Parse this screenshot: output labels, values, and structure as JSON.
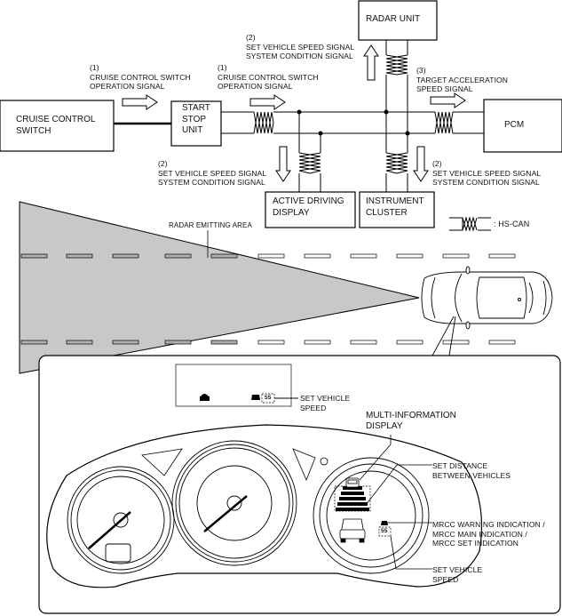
{
  "diagram": {
    "title": "MRCC system wiring and display overview",
    "components": {
      "cruise_control_switch": "CRUISE CONTROL\nSWITCH",
      "start_stop_unit": "START\nSTOP\nUNIT",
      "radar_unit": "RADAR UNIT",
      "pcm": "PCM",
      "active_driving_display": "ACTIVE DRIVING\nDISPLAY",
      "instrument_cluster": "INSTRUMENT\nCLUSTER"
    },
    "signals": {
      "sig1_a": "(1)\nCRUISE CONTROL SWITCH\nOPERATION SIGNAL",
      "sig1_b": "(1)\nCRUISE CONTROL SWITCH\nOPERATION SIGNAL",
      "sig2_radar": "(2)\nSET VEHICLE SPEED SIGNAL\nSYSTEM CONDITION SIGNAL",
      "sig2_add": "(2)\nSET VEHICLE SPEED SIGNAL\nSYSTEM CONDITION SIGNAL",
      "sig2_ic": "(2)\nSET VEHICLE SPEED SIGNAL\nSYSTEM CONDITION SIGNAL",
      "sig3_pcm": "(3)\nTARGET ACCELERATION\nSPEED SIGNAL"
    },
    "legend": {
      "hs_can": ": HS-CAN"
    },
    "scene": {
      "radar_area": "RADAR EMITTING AREA"
    },
    "detail": {
      "add_set_speed": "SET VEHICLE\nSPEED",
      "add_speed_value": "55",
      "mid_label": "MULTI-INFORMATION\nDISPLAY",
      "set_distance": "SET DISTANCE\nBETWEEN VEHICLES",
      "mrcc_indications": "MRCC WARNING INDICATION /\nMRCC MAIN INDICATION /\nMRCC SET INDICATION",
      "cluster_set_speed": "SET VEHICLE\nSPEED",
      "cluster_speed_value": "55"
    }
  }
}
